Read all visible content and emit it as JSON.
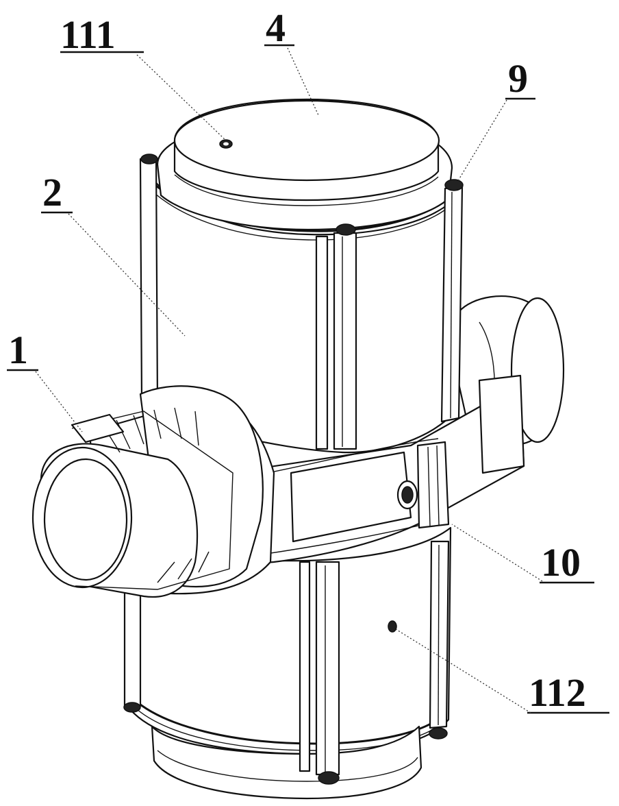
{
  "callouts": [
    {
      "id": "111",
      "label": "111"
    },
    {
      "id": "4",
      "label": "4"
    },
    {
      "id": "9",
      "label": "9"
    },
    {
      "id": "2",
      "label": "2"
    },
    {
      "id": "1",
      "label": "1"
    },
    {
      "id": "10",
      "label": "10"
    },
    {
      "id": "112",
      "label": "112"
    }
  ]
}
